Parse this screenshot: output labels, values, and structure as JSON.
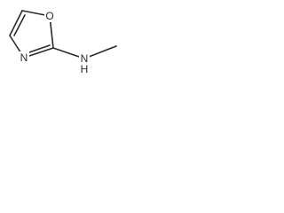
{
  "molecule": {
    "atoms": {
      "oxygen": "O",
      "ring_nitrogen": "N",
      "amine_nitrogen": "N",
      "amine_hydrogen": "H"
    },
    "colors": {
      "bond": "#2b2b2b",
      "background": "#ffffff"
    }
  }
}
